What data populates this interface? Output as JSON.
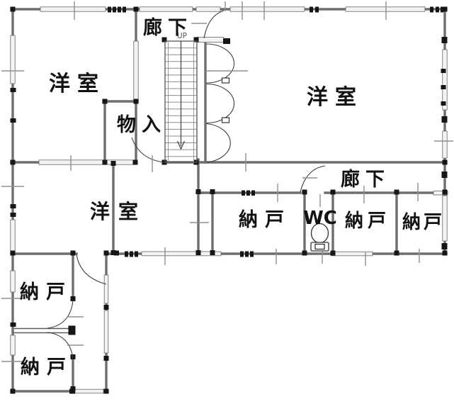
{
  "floor_plan": {
    "rooms": [
      {
        "id": "western-room-top-left",
        "label": "洋室"
      },
      {
        "id": "hallway-top",
        "label": "廊下"
      },
      {
        "id": "western-room-top-right",
        "label": "洋室"
      },
      {
        "id": "closet",
        "label": "物入"
      },
      {
        "id": "western-room-middle",
        "label": "洋室"
      },
      {
        "id": "hallway-right",
        "label": "廊下"
      },
      {
        "id": "storage-row-left",
        "label": "納戸"
      },
      {
        "id": "toilet-room",
        "label": "WC"
      },
      {
        "id": "storage-row-middle",
        "label": "納戸"
      },
      {
        "id": "storage-row-right",
        "label": "納戸"
      },
      {
        "id": "storage-ext-upper",
        "label": "納戸"
      },
      {
        "id": "storage-ext-lower",
        "label": "納戸"
      }
    ],
    "stairs": {
      "direction_label": "UP"
    },
    "fixtures": [
      {
        "id": "toilet",
        "name": "toilet-icon"
      }
    ],
    "colors": {
      "background": "#ffffff",
      "wall": "#6e6e6e",
      "line": "#3c3c3c",
      "text": "#121212",
      "window_fill": "#f3f3f3",
      "tick": "#8f8f8f",
      "post": "#161616"
    }
  }
}
